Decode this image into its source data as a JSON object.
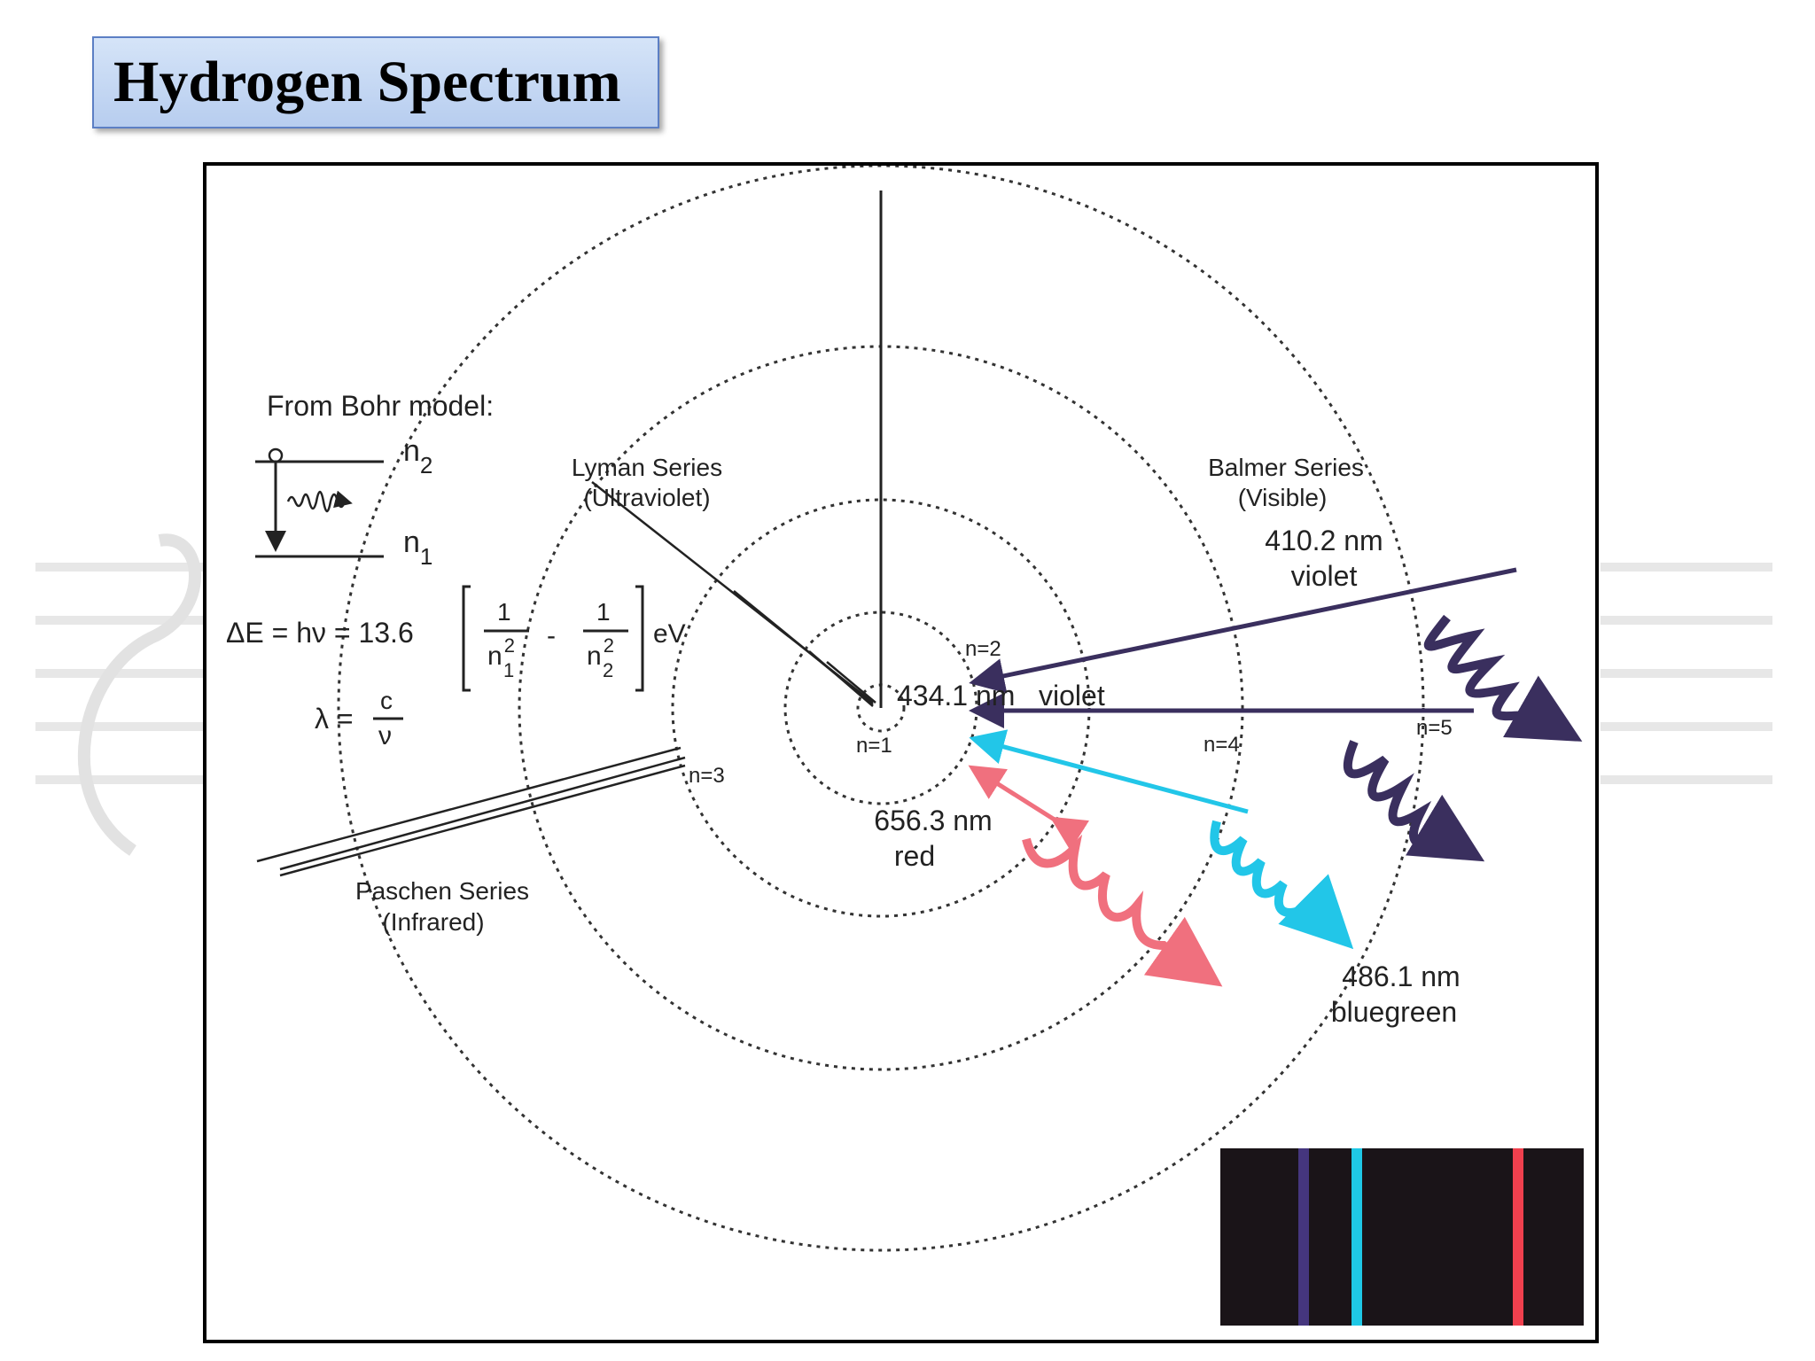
{
  "title": "Hydrogen Spectrum",
  "bohr": {
    "heading": "From Bohr model:",
    "level_upper": "n",
    "level_upper_sub": "2",
    "level_lower": "n",
    "level_lower_sub": "1",
    "equation_lhs": "ΔE = hν = 13.6",
    "frac_one": "1",
    "frac_n": "n",
    "sup_two": "2",
    "sub_one": "1",
    "sub_two": "2",
    "minus": "-",
    "unit": "eV",
    "lambda_lhs": "λ =",
    "lambda_num": "c",
    "lambda_den": "ν"
  },
  "orbits": {
    "n1": "n=1",
    "n2": "n=2",
    "n3": "n=3",
    "n4": "n=4",
    "n5": "n=5"
  },
  "series": {
    "lyman_name": "Lyman Series",
    "lyman_band": "(Ultraviolet)",
    "balmer_name": "Balmer Series",
    "balmer_band": "(Visible)",
    "paschen_name": "Paschen Series",
    "paschen_band": "(Infrared)"
  },
  "lines": {
    "l410_wavelength": "410.2 nm",
    "l410_color": "violet",
    "l434_wavelength": "434.1 nm",
    "l434_color": "violet",
    "l656_wavelength": "656.3 nm",
    "l656_color": "red",
    "l486_wavelength": "486.1 nm",
    "l486_color": "bluegreen"
  },
  "colors": {
    "violet": "#3a2f5e",
    "bluegreen": "#22c6e8",
    "red": "#f0707e",
    "title_bg": "#c6d8f3"
  }
}
